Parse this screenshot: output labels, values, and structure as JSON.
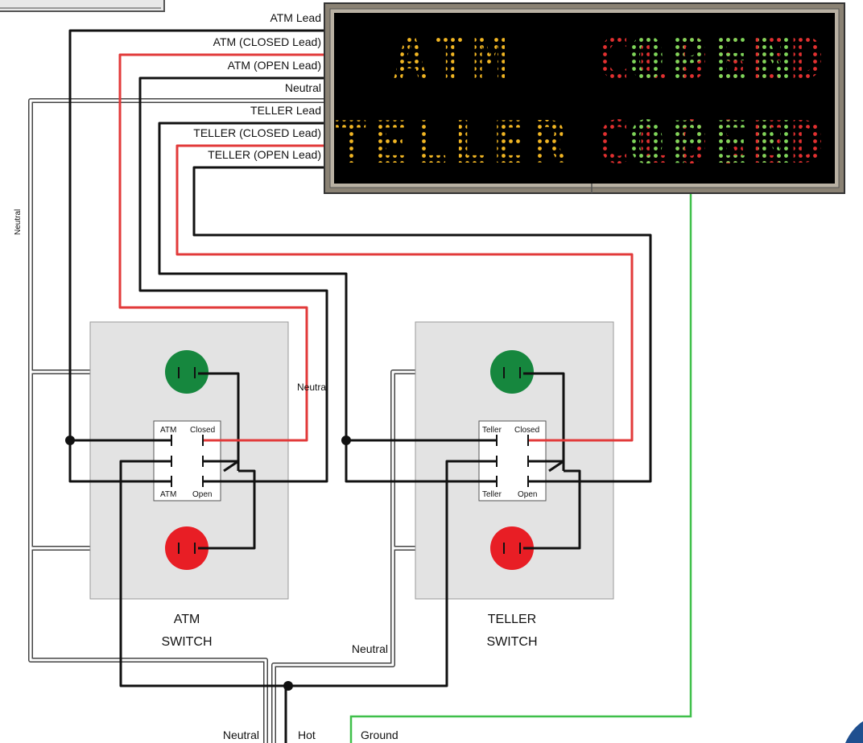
{
  "colors": {
    "hot_wire": "#111111",
    "closed_wire": "#e23a3a",
    "ground_wire": "#3fbf4a",
    "neutral_wire_outline": "#444444",
    "sign_amber": "#f2b623",
    "sign_red": "#e23030",
    "sign_green": "#7fd65a",
    "open_light": "#16873e",
    "closed_light": "#e81e25",
    "switch_plate": "#e3e3e3"
  },
  "sign": {
    "row1_label": "ATM",
    "row2_label": "TELLER",
    "status_text_red": "CLOSED",
    "status_text_green": "OPEN"
  },
  "leads": {
    "atm_lead": "ATM Lead",
    "atm_closed": "ATM (CLOSED Lead)",
    "atm_open": "ATM (OPEN Lead)",
    "neutral": "Neutral",
    "teller_lead": "TELLER Lead",
    "teller_closed": "TELLER (CLOSED Lead)",
    "teller_open": "TELLER (OPEN Lead)"
  },
  "labels": {
    "neutral_left": "Neutral",
    "neutral_mid": "Neutral",
    "neutral_bottom": "Neutral",
    "neutral_feed": "Neutral",
    "hot_feed": "Hot",
    "ground_feed": "Ground"
  },
  "atm_switch": {
    "title_line1": "ATM",
    "title_line2": "SWITCH",
    "term_top_left": "ATM",
    "term_top_right": "Closed",
    "term_bottom_left": "ATM",
    "term_bottom_right": "Open"
  },
  "teller_switch": {
    "title_line1": "TELLER",
    "title_line2": "SWITCH",
    "term_top_left": "Teller",
    "term_top_right": "Closed",
    "term_bottom_left": "Teller",
    "term_bottom_right": "Open"
  }
}
